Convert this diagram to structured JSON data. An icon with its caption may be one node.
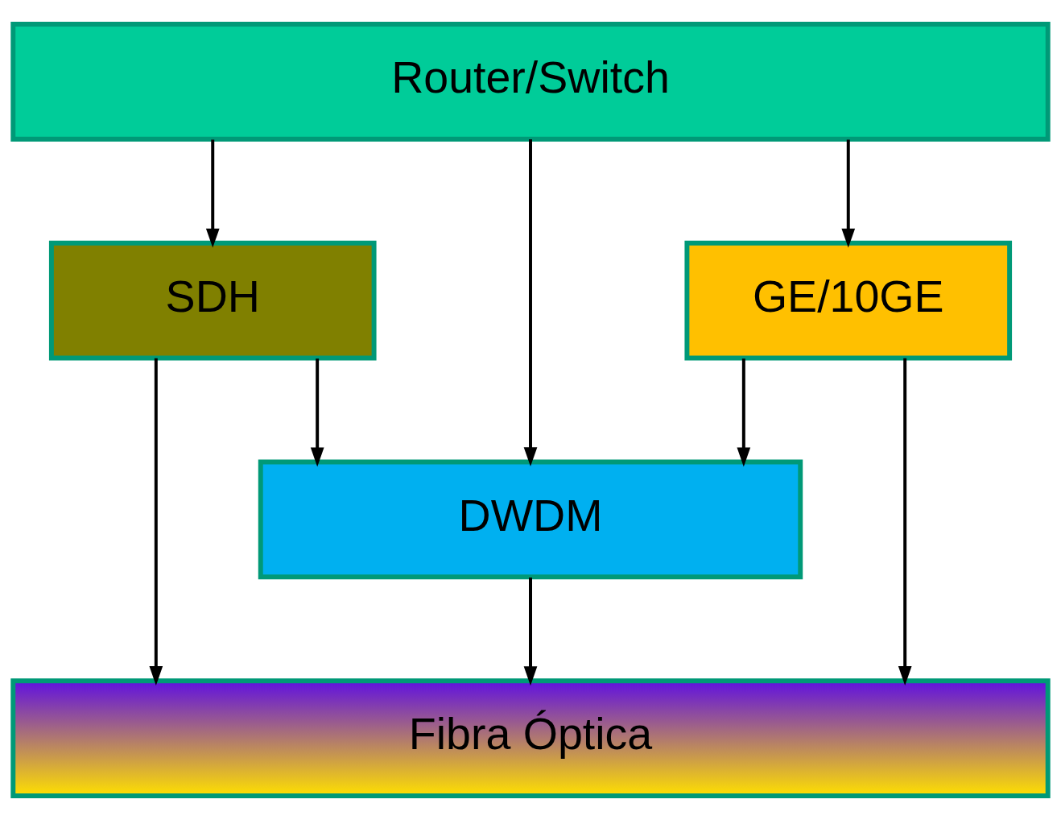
{
  "diagram": {
    "nodes": [
      {
        "text": [
          "Router/Switch"
        ]
      },
      {
        "text": [
          "SDH"
        ]
      },
      {
        "text": [
          "GE/10GE"
        ]
      },
      {
        "text": [
          "DWDM"
        ]
      },
      {
        "text": [
          "Fibra Óptica"
        ]
      }
    ],
    "edges": [
      {
        "from": 0,
        "to": 1,
        "arrow": "to"
      },
      {
        "from": 0,
        "to": 3,
        "arrow": "to"
      },
      {
        "from": 0,
        "to": 2,
        "arrow": "to"
      },
      {
        "from": 1,
        "to": 4,
        "arrow": "to"
      },
      {
        "from": 1,
        "to": 3,
        "arrow": "to"
      },
      {
        "from": 2,
        "to": 3,
        "arrow": "to"
      },
      {
        "from": 2,
        "to": 4,
        "arrow": "to"
      },
      {
        "from": 3,
        "to": 4,
        "arrow": "to"
      }
    ]
  }
}
